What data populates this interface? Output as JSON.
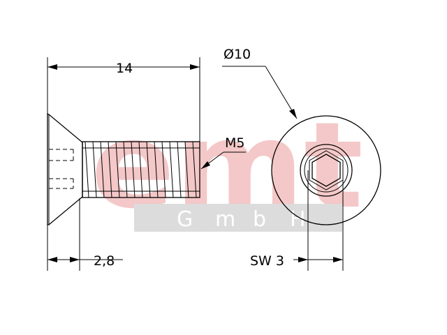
{
  "watermark": {
    "logo_text": "emt",
    "company_suffix": [
      "G",
      "m",
      "b",
      "H"
    ],
    "logo_color": "#f4c8c8",
    "band_color": "#dcdcdc"
  },
  "dimensions": {
    "length": "14",
    "thread": "M5",
    "head_diameter": "Ø10",
    "head_height": "2,8",
    "hex_socket": "SW 3"
  }
}
